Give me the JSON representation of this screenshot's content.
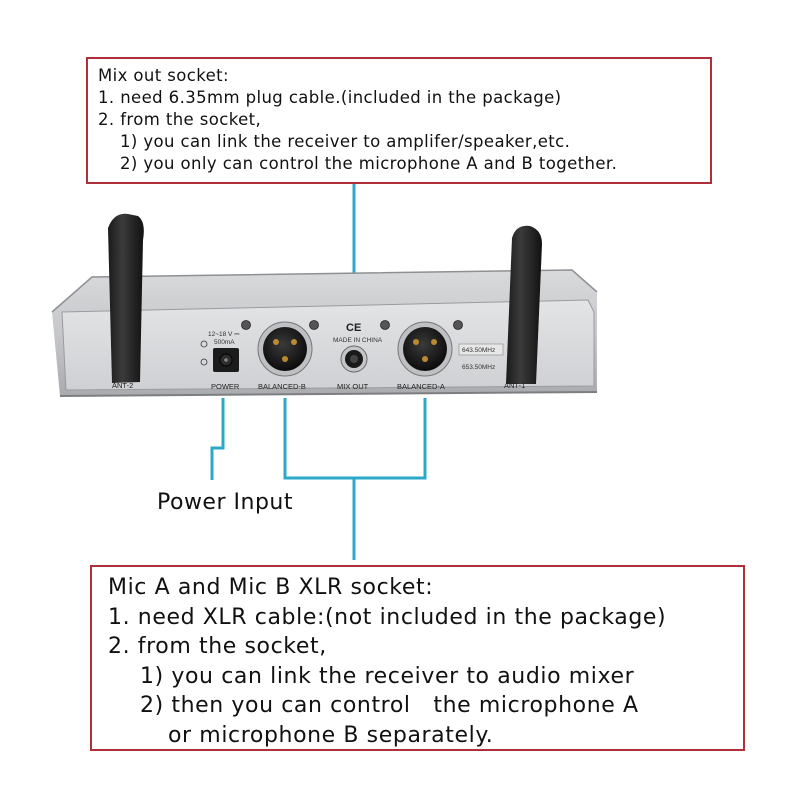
{
  "mix_out_callout": {
    "lines": [
      "Mix out socket:",
      "1. need 6.35mm plug cable.(included in the package)",
      "2. from the socket,",
      "1) you can link the receiver to amplifer/speaker,etc.",
      "2) you only can control the microphone A and B together."
    ]
  },
  "xlr_callout": {
    "lines": [
      "Mic A and Mic B XLR socket:",
      "1. need XLR cable:(not included in the package)",
      "2. from the socket,",
      "1) you can link the receiver to audio mixer",
      "2) then you can control   the microphone A",
      "or microphone B separately."
    ]
  },
  "power_input_label": "Power Input",
  "device": {
    "ports": {
      "ant2": "ANT-2",
      "power": "POWER",
      "balanced_b": "BALANCED-B",
      "mix_out": "MIX OUT",
      "balanced_a": "BALANCED-A",
      "ant1": "ANT-1"
    },
    "power_rating_1": "12~18 V ⎓",
    "power_rating_2": "500mA",
    "ce_mark": "CE",
    "made_in": "MADE IN CHINA",
    "freq_1": "643.50MHz",
    "freq_2": "653.50MHz"
  },
  "colors": {
    "callout_border": "#b0303a",
    "connector_line": "#2aa9c8"
  }
}
